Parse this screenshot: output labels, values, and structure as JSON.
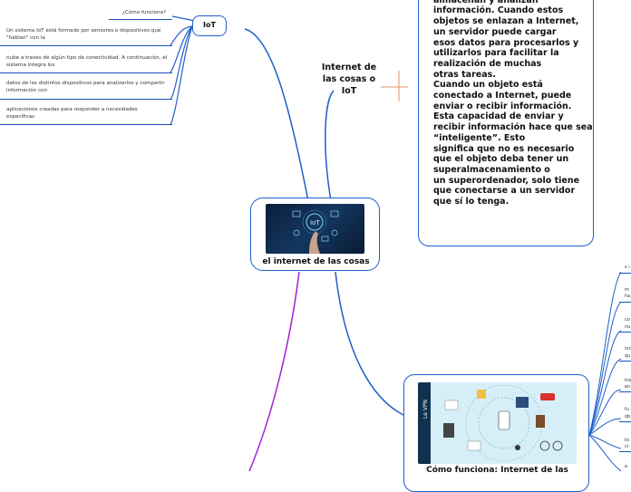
{
  "central": {
    "title": "el internet de las cosas"
  },
  "iot": {
    "label": "IoT",
    "heading": "¿Cómo funciona?",
    "items": [
      "Un sistema IoT está formado por sensores o dispositivos que \"hablan\" con la",
      "nube a través de algún tipo de conectividad. A continuación, el sistema integra los",
      "datos de los distintos dispositivos para analizarlos y compartir información con",
      "aplicaciones creadas para responder a necesidades específicas"
    ]
  },
  "iot_branch": {
    "label": "Internet de las cosas o IoT",
    "description": "incorporados que recopilan, almacenan y analizan información. Cuando estos objetos se enlazan a Internet, un servidor puede cargar\nesos datos para procesarlos y utilizarlos para facilitar la realización de muchas\notras tareas.\nCuando un objeto está conectado a Internet, puede enviar o recibir información.\nEsta capacidad de enviar y recibir información hace que sea “inteligente”. Esto\nsignifica que no es necesario que el objeto deba tener un superalmacenamiento o\nun superordenador, solo tiene que conectarse a un servidor que sí lo tenga."
  },
  "how_branch": {
    "label": "Cómo funciona: Internet de las",
    "image_text": "Le VPN",
    "right_items": [
      "s i",
      "m",
      "ha",
      "co",
      "nu",
      "inc",
      "qu",
      "tra",
      "en",
      "fu",
      "ob",
      "to",
      "ci",
      "a"
    ]
  },
  "colors": {
    "blue": "#1f5fc9",
    "purple": "#a020d8",
    "orange": "#e8704a"
  }
}
